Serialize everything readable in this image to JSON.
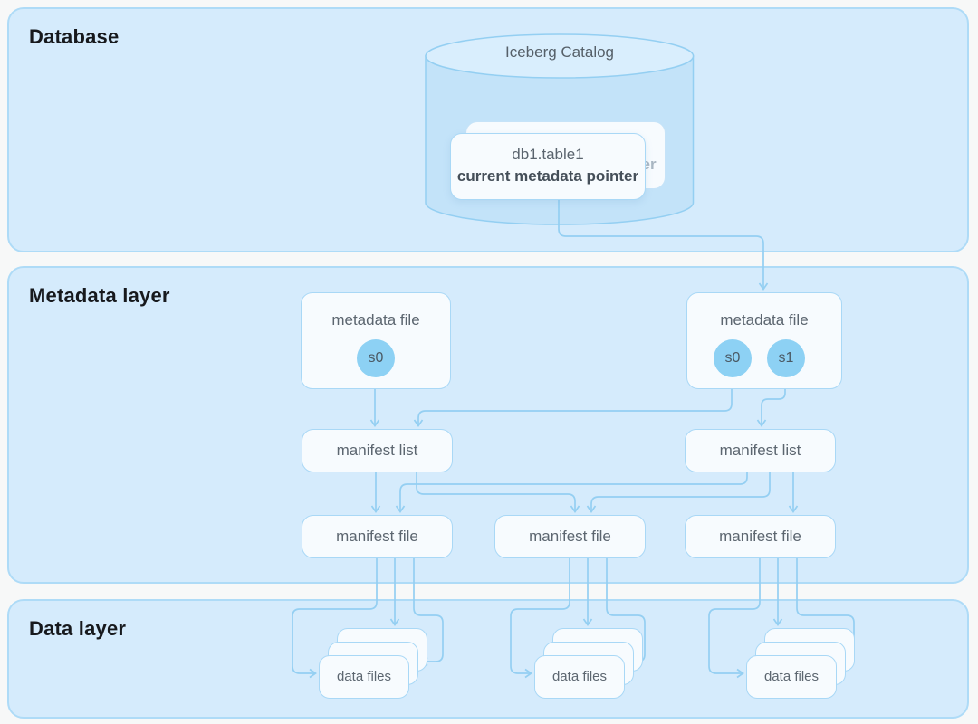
{
  "colors": {
    "page_bg": "#f7f8f8",
    "section_bg": "#d5ebfc",
    "section_border": "#aedbf7",
    "box_bg": "#f7fbfe",
    "box_border": "#a9d8f6",
    "line": "#94cff2",
    "snapshot_fill": "#8dd1f4",
    "snapshot_text": "#4a5964",
    "label_text": "#5c6670",
    "heading_text": "#17191d",
    "cylinder_body": "#c3e3f9",
    "cylinder_top": "#d9eefd",
    "card_text": "#5a646e",
    "card_text_bold": "#454f59",
    "ghost_text": "#a9b6c2"
  },
  "sections": {
    "database": {
      "title": "Database"
    },
    "metadata": {
      "title": "Metadata layer"
    },
    "data": {
      "title": "Data layer"
    }
  },
  "catalog": {
    "title": "Iceberg Catalog",
    "front_card": {
      "line1": "db1.table1",
      "line2": "current metadata pointer"
    },
    "back_card": {
      "line1": "db1.table1",
      "line2": "current metadata pointer"
    }
  },
  "metadata_layer": {
    "metadata_files": [
      {
        "label": "metadata file",
        "snapshots": [
          "s0"
        ]
      },
      {
        "label": "metadata file",
        "snapshots": [
          "s0",
          "s1"
        ]
      }
    ],
    "manifest_lists": [
      {
        "label": "manifest list"
      },
      {
        "label": "manifest list"
      }
    ],
    "manifest_files": [
      {
        "label": "manifest file"
      },
      {
        "label": "manifest file"
      },
      {
        "label": "manifest file"
      }
    ]
  },
  "data_layer": {
    "stacks": [
      {
        "label": "data files"
      },
      {
        "label": "data files"
      },
      {
        "label": "data files"
      }
    ]
  }
}
